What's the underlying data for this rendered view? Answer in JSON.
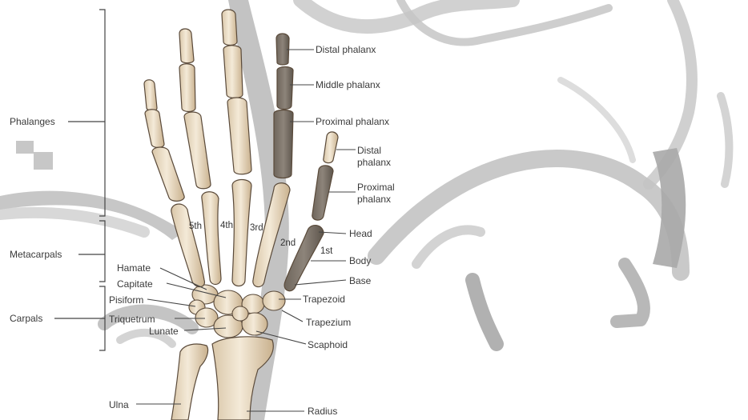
{
  "diagram": {
    "groups": {
      "phalanges": "Phalanges",
      "metacarpals": "Metacarpals",
      "carpals": "Carpals"
    },
    "phalanx_labels": {
      "distal_phalanx": "Distal phalanx",
      "middle_phalanx": "Middle phalanx",
      "proximal_phalanx": "Proximal phalanx",
      "thumb_distal_1": "Distal",
      "thumb_distal_2": "phalanx",
      "thumb_proximal_1": "Proximal",
      "thumb_proximal_2": "phalanx"
    },
    "metacarpal_parts": {
      "head": "Head",
      "body": "Body",
      "base": "Base"
    },
    "digit_numbers": {
      "fifth": "5th",
      "fourth": "4th",
      "third": "3rd",
      "second": "2nd",
      "first": "1st"
    },
    "carpal_bones": {
      "hamate": "Hamate",
      "capitate": "Capitate",
      "pisiform": "Pisiform",
      "triquetrum": "Triquetrum",
      "lunate": "Lunate",
      "trapezoid": "Trapezoid",
      "trapezium": "Trapezium",
      "scaphoid": "Scaphoid"
    },
    "forearm_bones": {
      "ulna": "Ulna",
      "radius": "Radius"
    }
  },
  "colors": {
    "bone_fill": "#efe4d2",
    "bone_shade": "#cdb89a",
    "bone_outline": "#5a4a3a",
    "shadow_gray": "#9a9a9a",
    "leader_line": "#444444",
    "label_text": "#3a3a3a"
  }
}
